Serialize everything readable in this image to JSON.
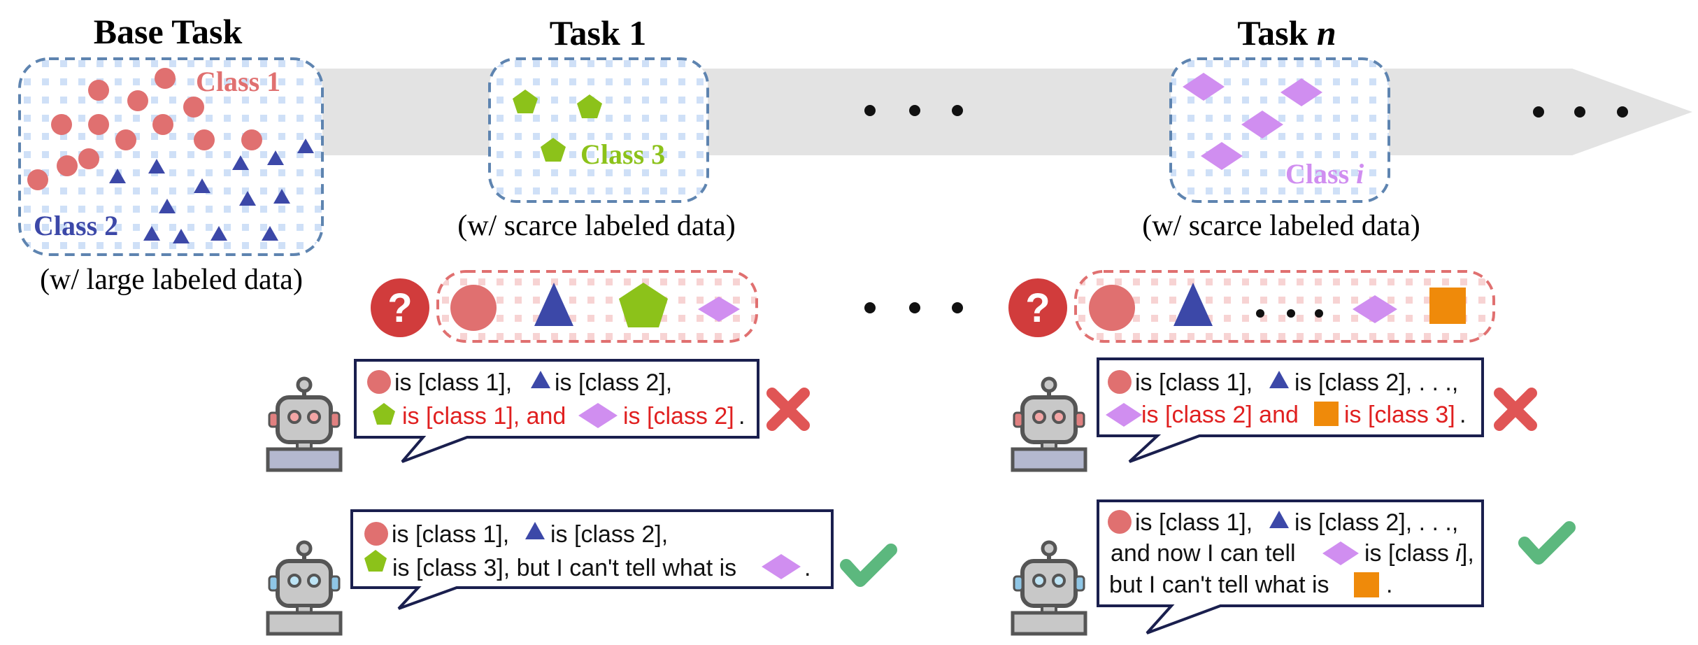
{
  "titles": {
    "base": "Base Task",
    "task1": "Task 1",
    "taskn_prefix": "Task ",
    "taskn_var": "n"
  },
  "class_labels": {
    "c1": "Class 1",
    "c2": "Class 2",
    "c3": "Class 3",
    "ci_prefix": "Class ",
    "ci_var": "i"
  },
  "captions": {
    "base": "(w/ large labeled data)",
    "task1": "(w/ scarce labeled data)",
    "taskn": "(w/ scarce labeled data)"
  },
  "colors": {
    "class1": "#e07070",
    "class2": "#3c48a8",
    "class3": "#8cc21a",
    "classi": "#d08ef0",
    "unknown": "#ef8a0a",
    "wrong": "#e05555",
    "right": "#5cb87e"
  },
  "bubbles": {
    "task1_wrong": {
      "l1a": "is [class 1],",
      "l1b": "is [class 2],",
      "l2a": "is [class 1], and",
      "l2b": "is [class 2]",
      "l2c": "."
    },
    "task1_right": {
      "l1a": "is [class 1],",
      "l1b": "is [class 2],",
      "l2a": "is [class 3], but I can't tell what is",
      "l2b": "."
    },
    "taskn_wrong": {
      "l1a": "is [class 1],",
      "l1b": "is [class 2], . . .,",
      "l2a": "is [class 2] and",
      "l2b": "is [class 3]",
      "l2c": "."
    },
    "taskn_right": {
      "l1a": "is [class 1],",
      "l1b": "is [class 2], . . .,",
      "l2a": "and now I can tell",
      "l2b": "is [class ",
      "l2var": "i",
      "l2c": "],",
      "l3a": "but I can't tell what is",
      "l3b": "."
    }
  },
  "icons": {
    "question": "question-mark-icon",
    "wrong": "cross-icon",
    "right": "check-icon",
    "agent": "robot-icon"
  }
}
